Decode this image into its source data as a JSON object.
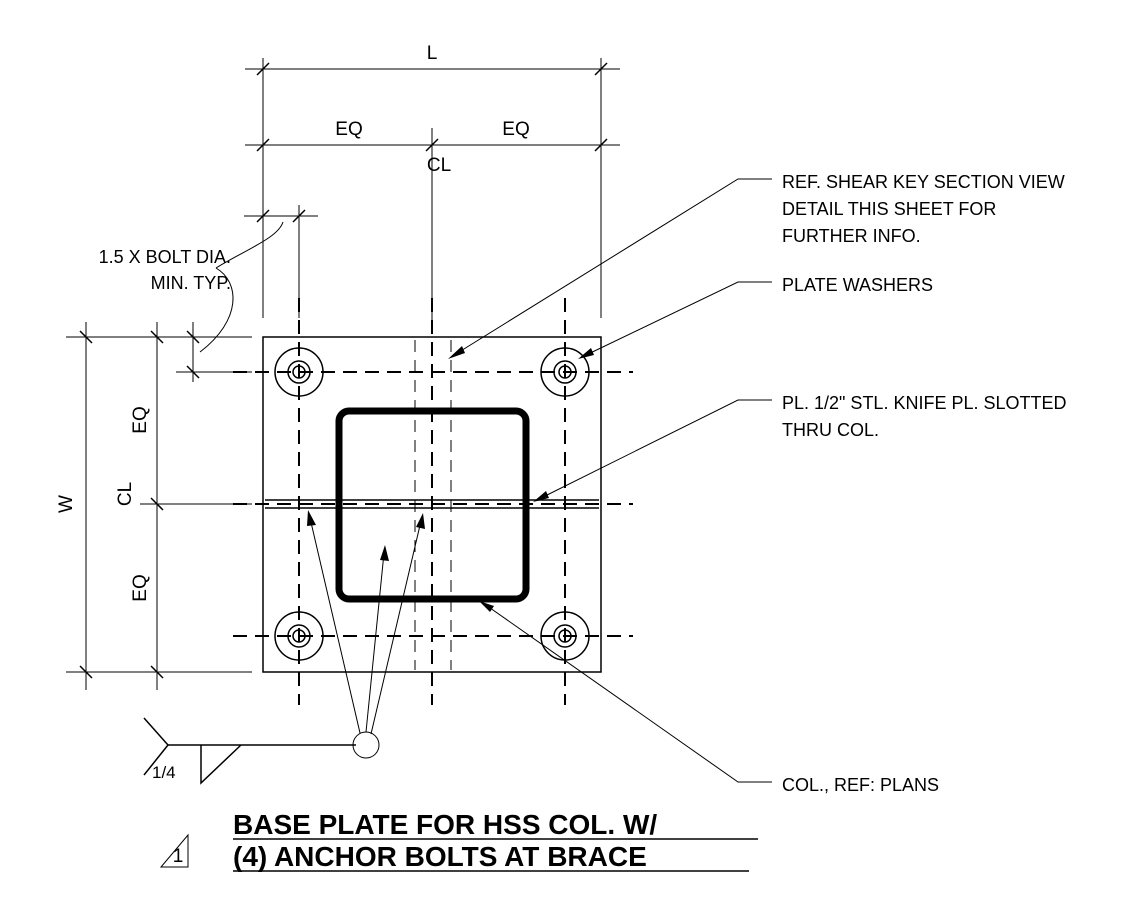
{
  "dimensions": {
    "overall_length": "L",
    "half_left": "EQ",
    "half_right": "EQ",
    "centerline_top": "CL",
    "overall_width": "W",
    "half_top": "EQ",
    "half_bottom": "EQ",
    "centerline_side": "CL"
  },
  "notes": {
    "edge_distance_line1": "1.5 X BOLT DIA.",
    "edge_distance_line2": "MIN. TYP.",
    "shear_key_line1": "REF. SHEAR KEY SECTION VIEW",
    "shear_key_line2": "DETAIL THIS SHEET FOR",
    "shear_key_line3": "FURTHER INFO.",
    "plate_washers": "PLATE WASHERS",
    "knife_plate_line1": "PL. 1/2\" STL. KNIFE PL. SLOTTED",
    "knife_plate_line2": "THRU COL.",
    "column": "COL., REF: PLANS"
  },
  "weld": {
    "size": "1/4"
  },
  "title": {
    "detail_number": "1",
    "line1": "BASE PLATE FOR HSS COL. W/",
    "line2": "(4) ANCHOR BOLTS AT BRACE"
  },
  "colors": {
    "ink": "#000000",
    "paper": "#ffffff"
  }
}
